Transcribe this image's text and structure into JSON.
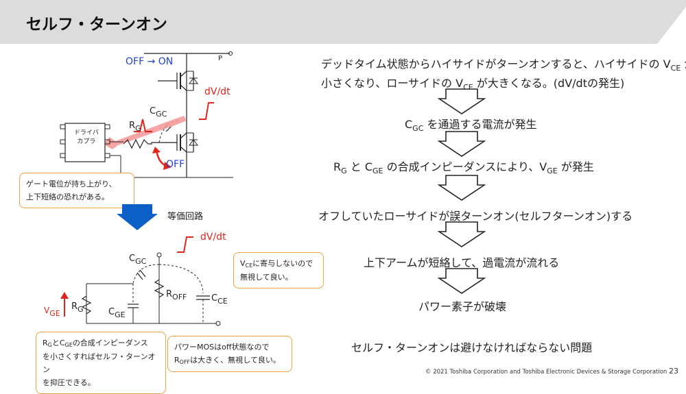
{
  "title": "セルフ・ターンオン",
  "colors": {
    "header_bg": "#dcdcdc",
    "accent_blue": "#1f3fd6",
    "accent_red": "#e0251b",
    "callout_border": "#f0a040",
    "arrow_fill": "#0b5fc7"
  },
  "top_circuit": {
    "off_on": "OFF → ON",
    "p_label": "P",
    "dvdt": "dV/dt",
    "cgc": "C",
    "cgc_sub": "GC",
    "rg": "R",
    "rg_sub": "G",
    "driver_line1": "ドライバ",
    "driver_line2": "カプラ",
    "off": "OFF",
    "callout_line1": "ゲート電位が持ち上がり、",
    "callout_line2": "上下短絡の恐れがある。"
  },
  "equiv_label": "等価回路",
  "bottom_circuit": {
    "dvdt": "dV/dt",
    "cgc": "C",
    "cgc_sub": "GC",
    "roff": "R",
    "roff_sub": "OFF",
    "cce": "C",
    "cce_sub": "CE",
    "rg": "R",
    "rg_sub": "G",
    "cge": "C",
    "cge_sub": "GE",
    "vge": "V",
    "vge_sub": "GE",
    "callout_cce_line1_a": "V",
    "callout_cce_line1_sub": "CE",
    "callout_cce_line1_b": "に寄与しないので",
    "callout_cce_line2": "無視して良い。",
    "callout_rg_line1_a": "R",
    "callout_rg_line1_sub1": "G",
    "callout_rg_line1_b": "とC",
    "callout_rg_line1_sub2": "GE",
    "callout_rg_line1_c": "の合成インピーダンス",
    "callout_rg_line2": "を小さくすればセルフ・ターンオン",
    "callout_rg_line3": "を抑圧できる。",
    "callout_mos_line1": "パワーMOSはoff状態なので",
    "callout_mos_line2_a": "R",
    "callout_mos_line2_sub": "OFF",
    "callout_mos_line2_b": "は大きく、無視して良い。"
  },
  "flow": {
    "step1_line1_a": "デッドタイム状態からハイサイドがターンオンすると、ハイサイドの  V",
    "step1_line1_sub": "CE",
    "step1_line1_b": " が",
    "step1_line2_a": "小さくなり、ローサイドの  V",
    "step1_line2_sub": "CE",
    "step1_line2_b": " が大きくなる。(dV/dtの発生)",
    "step2_a": "C",
    "step2_sub": "GC",
    "step2_b": " を通過する電流が発生",
    "step3_a": "R",
    "step3_sub1": "G",
    "step3_b": " と C",
    "step3_sub2": "GE",
    "step3_c": " の合成インピーダンスにより、V",
    "step3_sub3": "GE",
    "step3_d": " が発生",
    "step4": "オフしていたローサイドが誤ターンオン(セルフターンオン)する",
    "step5": "上下アームが短絡して、過電流が流れる",
    "step6": "パワー素子が破壊",
    "conclusion": "セルフ・ターンオンは避けなければならない問題"
  },
  "footer": "© 2021 Toshiba Corporation and Toshiba Electronic Devices & Storage Corporation",
  "page_number": "23"
}
